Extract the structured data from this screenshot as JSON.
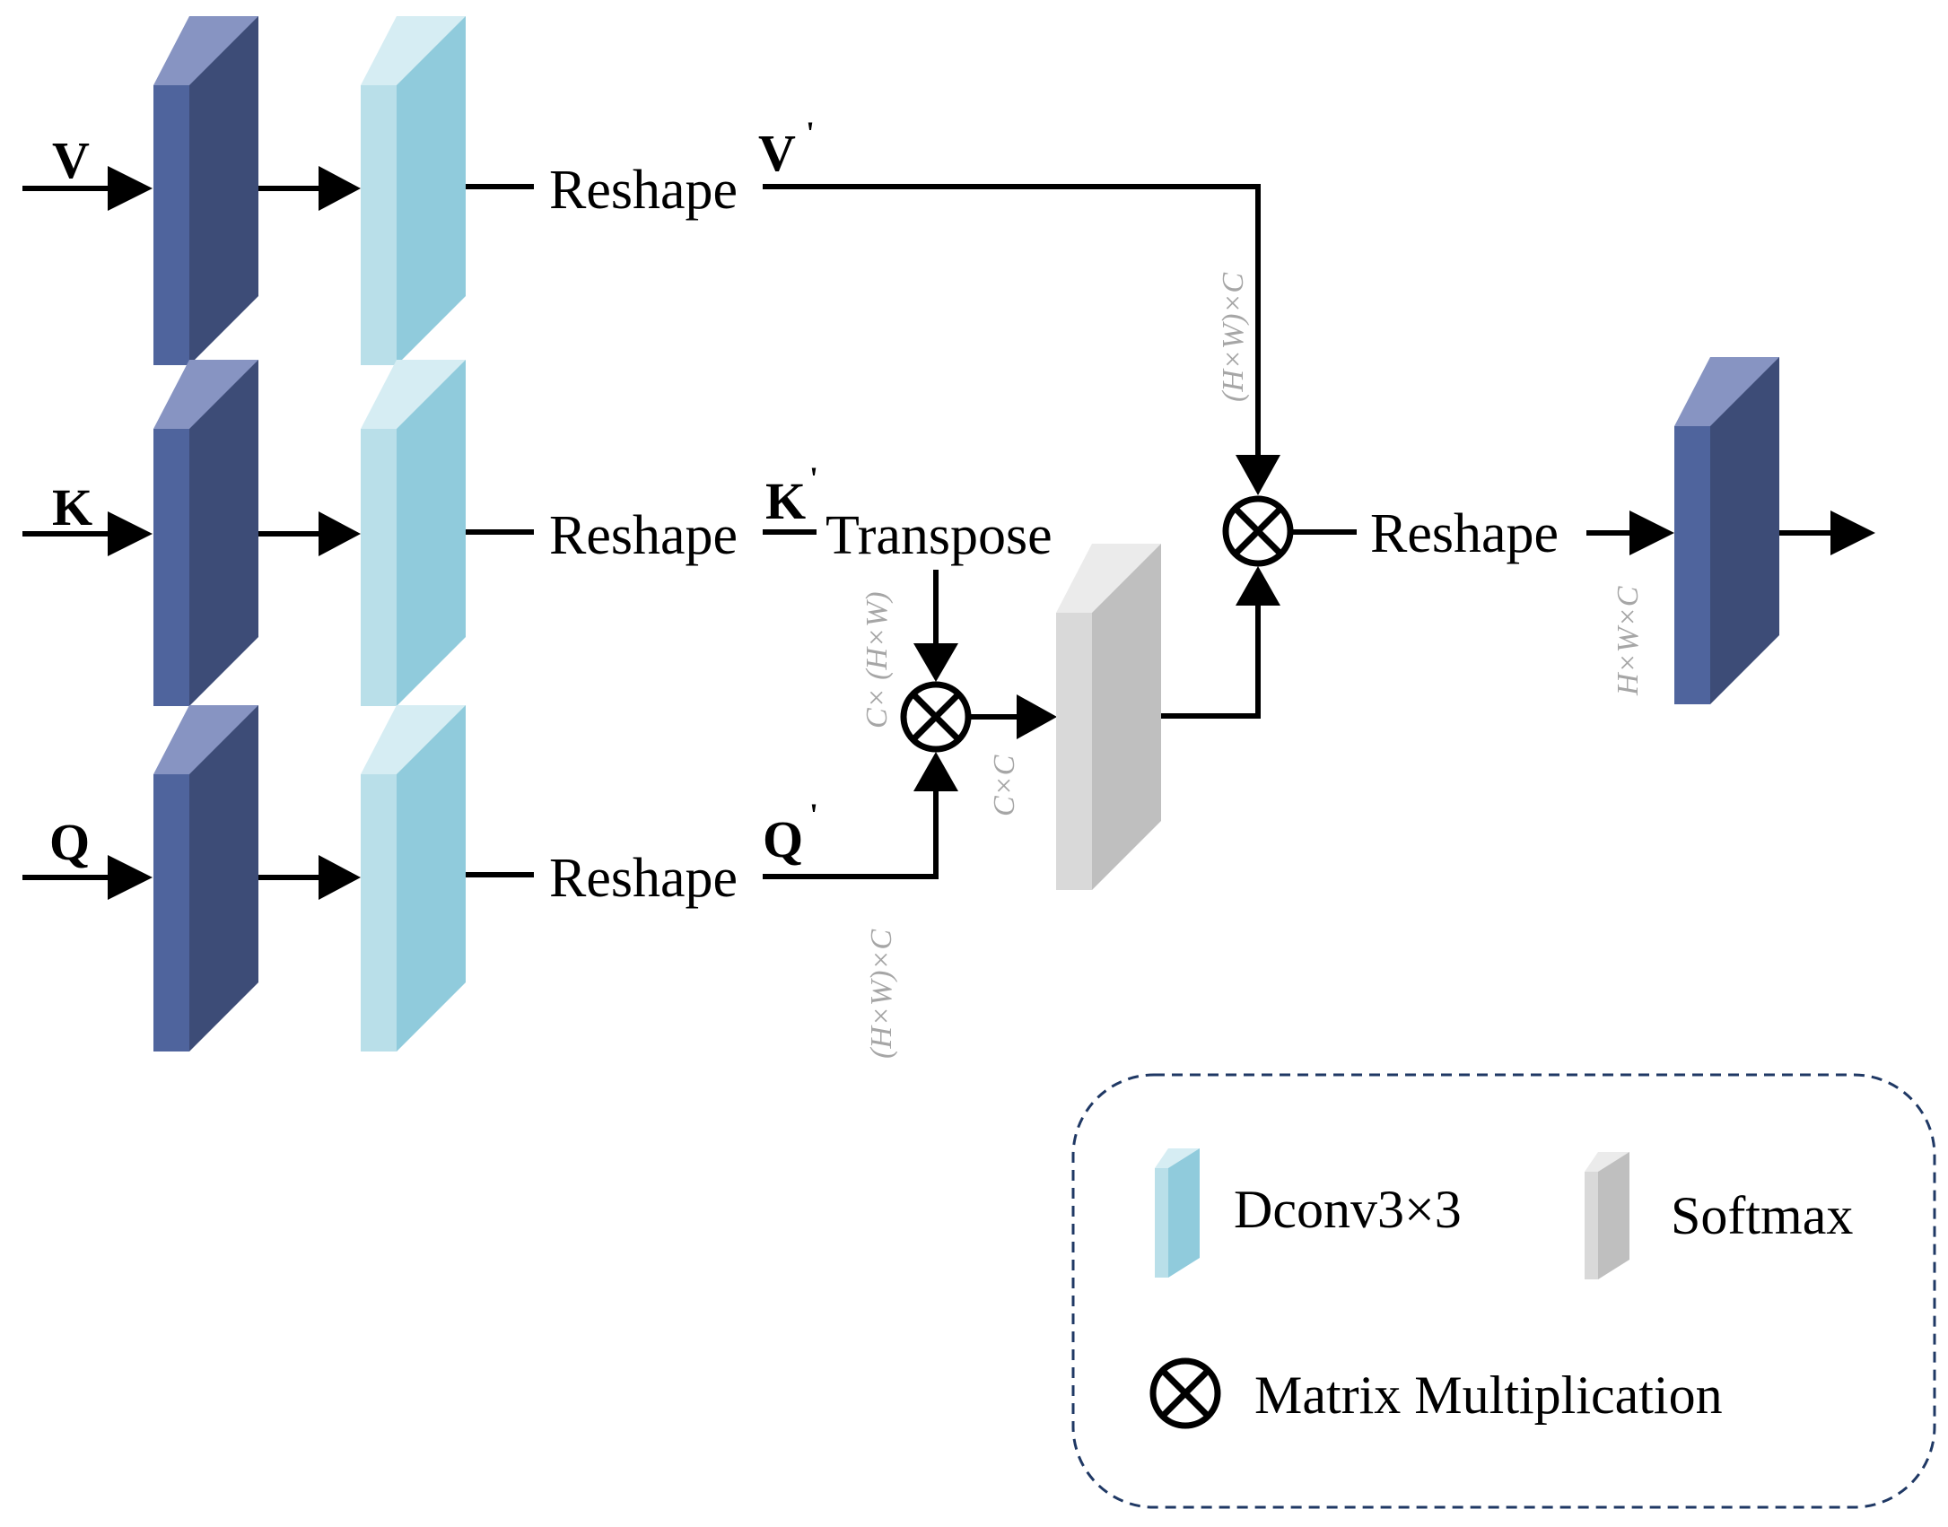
{
  "inputs": {
    "v": "V",
    "k": "K",
    "q": "Q"
  },
  "primes": {
    "v": "V",
    "k": "K",
    "q": "Q",
    "mark": "'"
  },
  "ops": {
    "reshape": "Reshape",
    "transpose": "Transpose"
  },
  "dims": {
    "v_branch": "(H×W)×C",
    "q_branch": "(H×W)×C",
    "k_transposed": "C× (H×W)",
    "attention": "C×C",
    "output": "H×W×C"
  },
  "legend": {
    "dconv": "Dconv3×3",
    "softmax": "Softmax",
    "matmul": "Matrix Multiplication"
  },
  "colors": {
    "conv_front": "#4f649d",
    "conv_side": "#3d4c77",
    "conv_top": "#8794c2",
    "dconv_front": "#b9dfe9",
    "dconv_side": "#90cbdc",
    "dconv_top": "#d6edf3",
    "softmax_front": "#d9d9d9",
    "softmax_side": "#bfbfbf",
    "softmax_top": "#ebebeb",
    "legend_border": "#1f3864",
    "dim_text": "#a6a6a6"
  }
}
